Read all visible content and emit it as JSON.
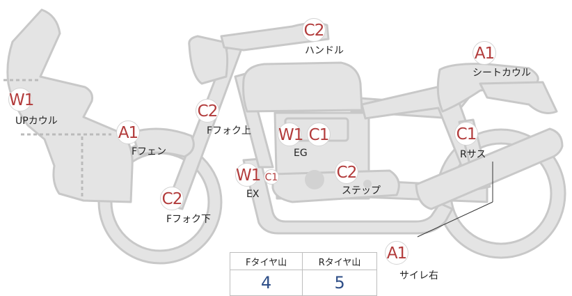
{
  "badges": {
    "handle": "C2",
    "seat_cowl": "A1",
    "up_cowl": "W1",
    "f_fork_upper": "C2",
    "f_fender": "A1",
    "eg_w": "W1",
    "eg_c": "C1",
    "r_sus": "C1",
    "ex_w": "W1",
    "ex_c": "C1",
    "step": "C2",
    "f_fork_lower": "C2",
    "slider_right": "A1"
  },
  "labels": {
    "handle": "ハンドル",
    "seat_cowl": "シートカウル",
    "up_cowl": "UPカウル",
    "f_fork_upper": "Fフォク上",
    "f_fender": "Fフェン",
    "eg": "EG",
    "r_sus": "Rサス",
    "ex": "EX",
    "step": "ステップ",
    "f_fork_lower": "Fフォク下",
    "slider_right": "サイレ右"
  },
  "tires": {
    "front_header": "Fタイヤ山",
    "rear_header": "Rタイヤ山",
    "front_value": "4",
    "rear_value": "5"
  },
  "colors": {
    "body_fill": "#e4e4e4",
    "body_stroke": "#c8c8c8",
    "badge_text": "#b23b3b",
    "value_text": "#2e4e87"
  }
}
